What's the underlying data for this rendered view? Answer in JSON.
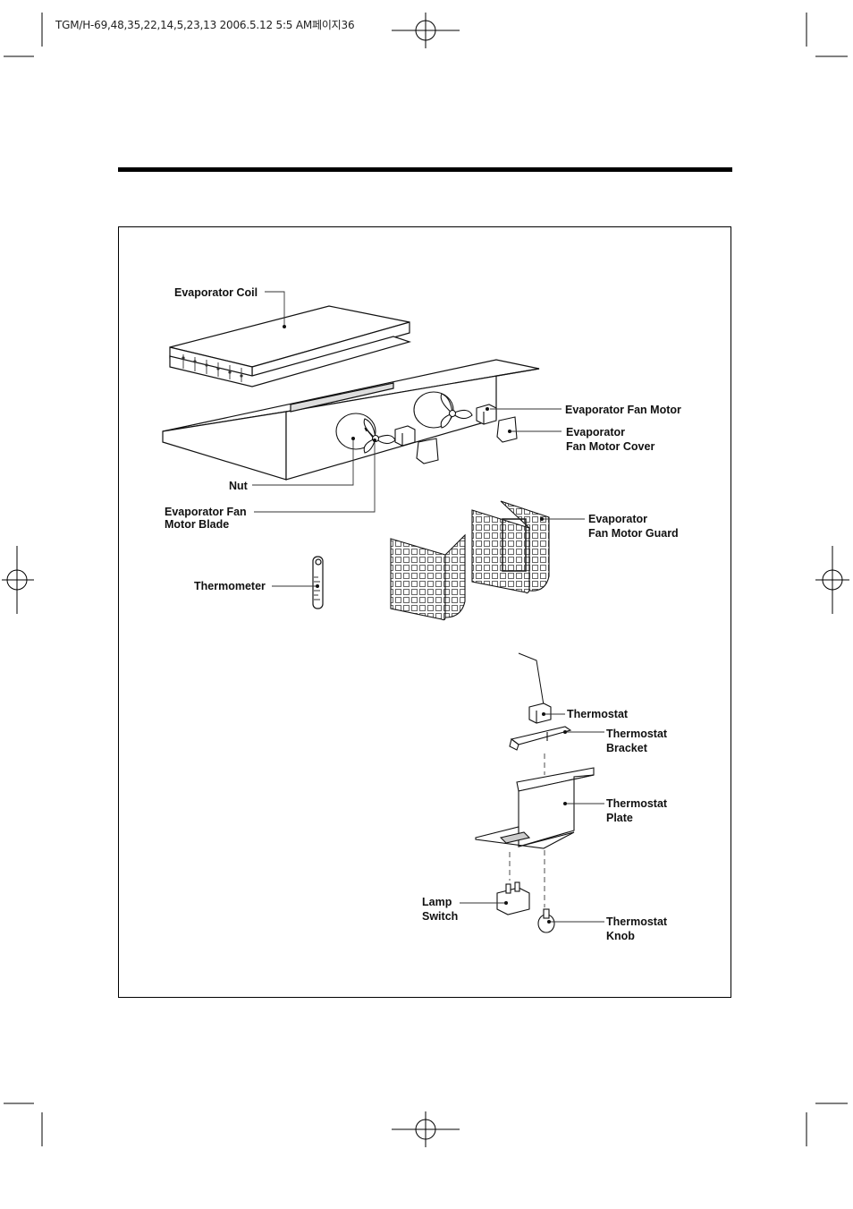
{
  "header": {
    "print_info": "TGM/H-69,48,35,22,14,5,23,13  2006.5.12 5:5 AM페이지36"
  },
  "labels": {
    "evaporator_coil": "Evaporator Coil",
    "evaporator_fan_motor": "Evaporator Fan Motor",
    "fan_motor_cover_1": "Evaporator",
    "fan_motor_cover_2": "Fan Motor Cover",
    "nut": "Nut",
    "fan_motor_blade_1": "Evaporator Fan",
    "fan_motor_blade_2": "Motor Blade",
    "fan_motor_guard_1": "Evaporator",
    "fan_motor_guard_2": "Fan Motor Guard",
    "thermometer": "Thermometer",
    "thermostat": "Thermostat",
    "thermostat_bracket_1": "Thermostat",
    "thermostat_bracket_2": "Bracket",
    "thermostat_plate_1": "Thermostat",
    "thermostat_plate_2": "Plate",
    "lamp_switch_1": "Lamp",
    "lamp_switch_2": "Switch",
    "thermostat_knob_1": "Thermostat",
    "thermostat_knob_2": "Knob"
  }
}
